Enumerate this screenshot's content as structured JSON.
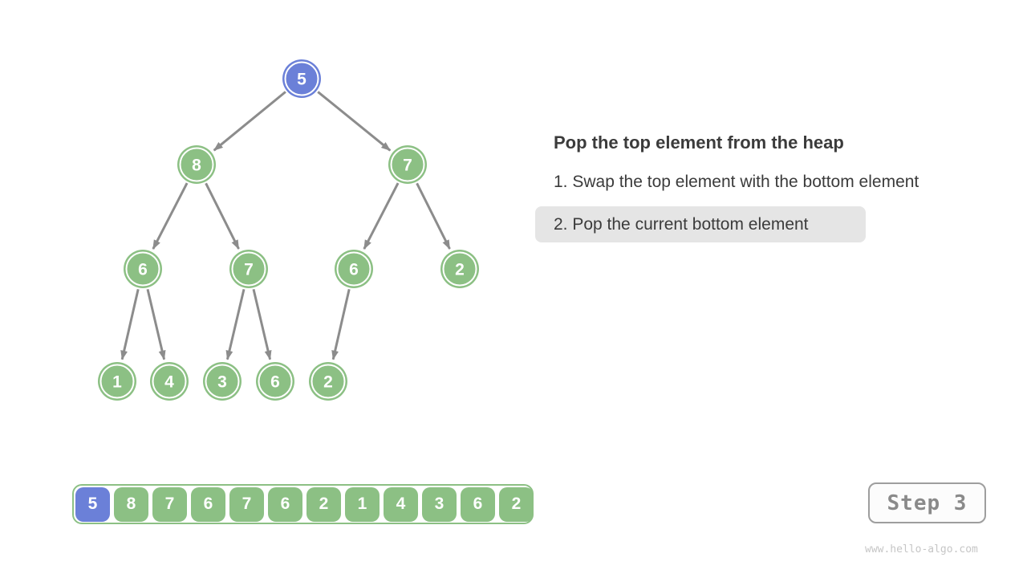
{
  "panel": {
    "title": "Pop the top element from the heap",
    "steps": [
      {
        "label": "1. Swap the top element with the bottom element",
        "highlighted": false
      },
      {
        "label": "2. Pop the current bottom element",
        "highlighted": true
      }
    ]
  },
  "tree": {
    "nodes": [
      {
        "value": "5",
        "color": "blue"
      },
      {
        "value": "8",
        "color": "green"
      },
      {
        "value": "7",
        "color": "green"
      },
      {
        "value": "6",
        "color": "green"
      },
      {
        "value": "7",
        "color": "green"
      },
      {
        "value": "6",
        "color": "green"
      },
      {
        "value": "2",
        "color": "green"
      },
      {
        "value": "1",
        "color": "green"
      },
      {
        "value": "4",
        "color": "green"
      },
      {
        "value": "3",
        "color": "green"
      },
      {
        "value": "6",
        "color": "green"
      },
      {
        "value": "2",
        "color": "green"
      }
    ],
    "edges": [
      [
        0,
        1
      ],
      [
        0,
        2
      ],
      [
        1,
        3
      ],
      [
        1,
        4
      ],
      [
        2,
        5
      ],
      [
        2,
        6
      ],
      [
        3,
        7
      ],
      [
        3,
        8
      ],
      [
        4,
        9
      ],
      [
        4,
        10
      ],
      [
        5,
        11
      ]
    ]
  },
  "array": {
    "values": [
      "5",
      "8",
      "7",
      "6",
      "7",
      "6",
      "2",
      "1",
      "4",
      "3",
      "6",
      "2"
    ],
    "highlighted_index": 0
  },
  "step_indicator": {
    "label": "Step 3"
  },
  "footer": {
    "url": "www.hello-algo.com"
  },
  "colors": {
    "node_green": "#8cc084",
    "node_blue": "#6b80d8",
    "arrow": "#8c8c8c",
    "highlight_bg": "#e5e5e5"
  }
}
